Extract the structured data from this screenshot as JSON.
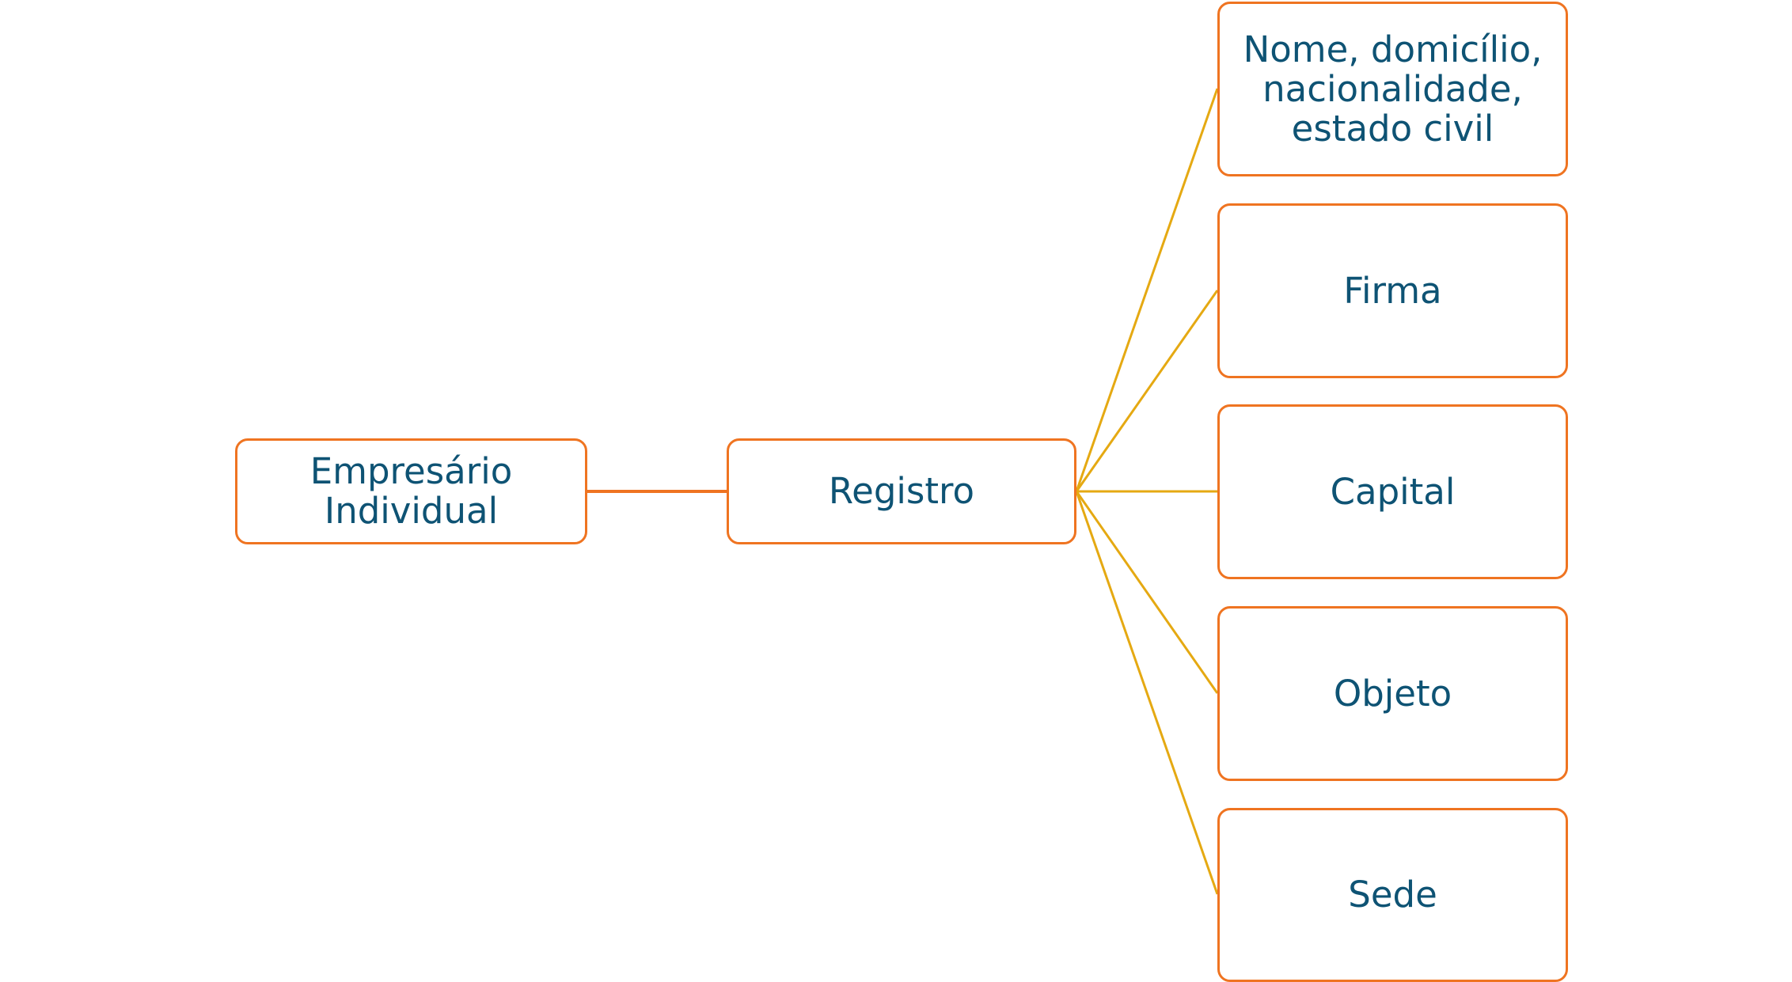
{
  "colors": {
    "node_border": "#EF7421",
    "node_text": "#0E5374",
    "connector_primary": "#EF7421",
    "connector_secondary": "#E5A912",
    "background": "#FFFFFF"
  },
  "nodes": {
    "root": {
      "label": "Empresário\nIndividual"
    },
    "registro": {
      "label": "Registro"
    },
    "children": [
      {
        "label": "Nome, domicílio,\nnacionalidade,\nestado civil"
      },
      {
        "label": "Firma"
      },
      {
        "label": "Capital"
      },
      {
        "label": "Objeto"
      },
      {
        "label": "Sede"
      }
    ]
  }
}
